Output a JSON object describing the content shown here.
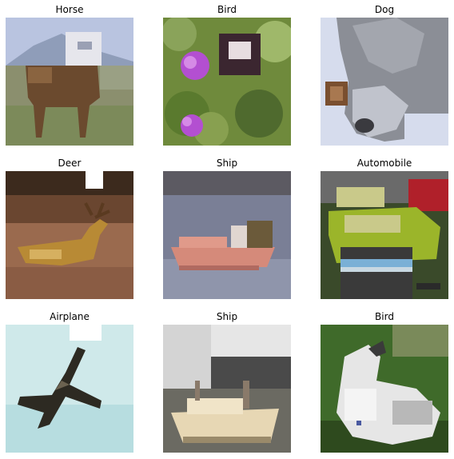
{
  "grid": {
    "columns": 3,
    "rows": 3,
    "images": [
      {
        "label": "Horse",
        "subject": "horse-photo",
        "palette": {
          "sky": "#b9c4e0",
          "ground": "#7c8a5a",
          "subject": "#6b4a2e",
          "patch": "#e6e6ec"
        }
      },
      {
        "label": "Bird",
        "subject": "bird-photo",
        "palette": {
          "sky": "#6f8a3c",
          "ground": "#4f6a2e",
          "subject": "#b34fd1",
          "patch": "#3b2630"
        }
      },
      {
        "label": "Dog",
        "subject": "dog-photo",
        "palette": {
          "sky": "#d6dced",
          "ground": "#c7cfe3",
          "subject": "#8b8e96",
          "patch": "#7a4f2f"
        }
      },
      {
        "label": "Deer",
        "subject": "deer-photo",
        "palette": {
          "sky": "#3c2a1d",
          "ground": "#9a6a4e",
          "subject": "#b88a35",
          "patch": "#ffffff"
        }
      },
      {
        "label": "Ship",
        "subject": "ship-photo",
        "palette": {
          "sky": "#5c5a62",
          "ground": "#7a7f96",
          "subject": "#d58a7a",
          "patch": "#6b5a3a"
        }
      },
      {
        "label": "Automobile",
        "subject": "automobile-photo",
        "palette": {
          "sky": "#3a4a2a",
          "ground": "#c9c98a",
          "subject": "#9bb52a",
          "patch": "#7ab0d6"
        }
      },
      {
        "label": "Airplane",
        "subject": "airplane-photo",
        "palette": {
          "sky": "#cfe9ea",
          "ground": "#b7dde0",
          "subject": "#2d2a22",
          "patch": "#ffffff"
        }
      },
      {
        "label": "Ship",
        "subject": "ship-photo",
        "palette": {
          "sky": "#e6e6e6",
          "ground": "#6b6a62",
          "subject": "#e7d7b4",
          "patch": "#4a4a4a"
        }
      },
      {
        "label": "Bird",
        "subject": "bird-photo",
        "palette": {
          "sky": "#3f6a2a",
          "ground": "#7a7a6a",
          "subject": "#e6e6e6",
          "patch": "#3a3a3a"
        }
      }
    ]
  }
}
